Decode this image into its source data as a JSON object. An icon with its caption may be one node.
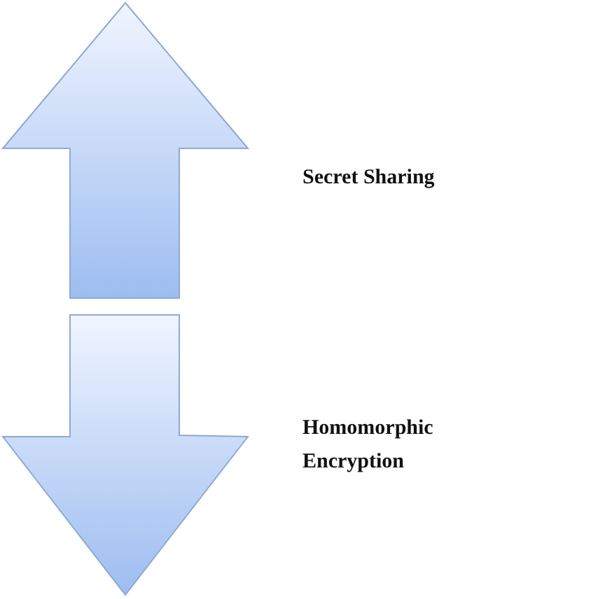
{
  "diagram": {
    "nodes": [
      {
        "text": [],
        "shape": "arrow",
        "beside": [
          "Secret Sharing"
        ]
      },
      {
        "text": [],
        "shape": "arrow",
        "beside": [
          "Homomorphic Encryption"
        ]
      }
    ]
  }
}
